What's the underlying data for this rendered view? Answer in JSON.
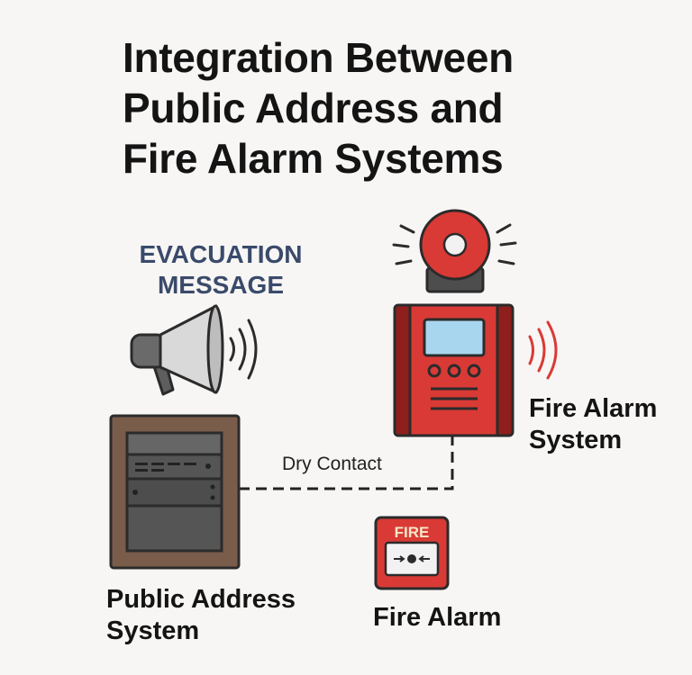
{
  "title": {
    "line1": "Integration Between",
    "line2": "Public Address and",
    "line3": "Fire Alarm Systems"
  },
  "evacuation": {
    "line1": "EVACUATION",
    "line2": "MESSAGE"
  },
  "labels": {
    "fire_alarm_system": {
      "line1": "Fire Alarm",
      "line2": "System"
    },
    "public_address_system": {
      "line1": "Public Address",
      "line2": "System"
    },
    "fire_alarm": "Fire Alarm",
    "dry_contact": "Dry Contact",
    "fire_sign": "FIRE"
  },
  "colors": {
    "alarm_red": "#d93a35",
    "dark_red": "#8e1f1c",
    "cabinet_brown": "#7a5c4b",
    "rack_gray": "#4a4a4a",
    "text_navy": "#3a4a6b",
    "screen_blue": "#a9d6ef"
  },
  "icons": [
    "megaphone-icon",
    "alarm-bell-icon",
    "fire-alarm-panel-icon",
    "pa-rack-icon",
    "manual-call-point-icon"
  ]
}
